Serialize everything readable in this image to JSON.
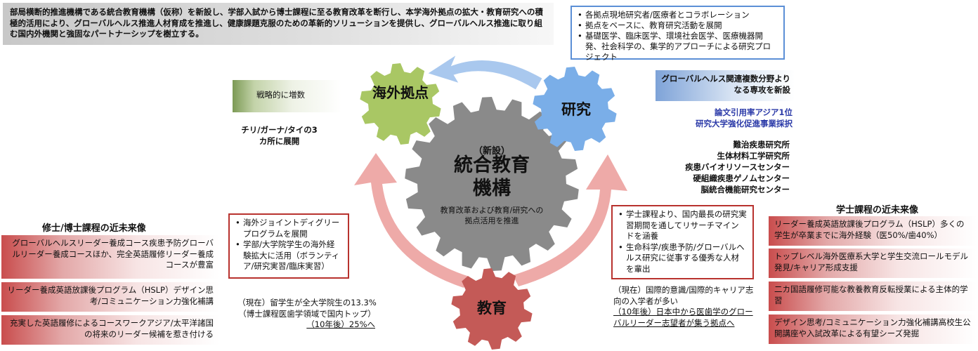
{
  "top_banner": {
    "text": "部局横断的推進機構である統合教育機構（仮称）を新設し、学部入試から博士課程に至る教育改革を断行し、本学海外拠点の拡大・教育研究への積極的活用により、グローバルヘルス推進人材育成を推進し、健康課題克服のための革新的ソリューションを提供し、グローバルヘルス推進に取り組む国内外機関と強固なパートナーシップを樹立する。"
  },
  "research_box": {
    "items": [
      "各拠点現地研究者/医療者とコラボレーション",
      "拠点をベースに、教育研究活動を展開",
      "基礎医学、臨床医学、環境社会医学、医療機器開発、社会科学の、集学的アプローチによる研究プロジェクト"
    ]
  },
  "gears": {
    "overseas": "海外拠点",
    "research": "研究",
    "education": "教育",
    "center_new": "（新設）",
    "center_title_1": "統合教育",
    "center_title_2": "機構",
    "center_sub": "教育改革および教育/研究への拠点活用を推進"
  },
  "strategic": {
    "label": "戦略的に増数",
    "sites": "チリ/ガーナ/タイの3カ所に展開"
  },
  "research_side": {
    "new_major": "グローバルヘルス関連複数分野よりなる専攻を新設",
    "citation": "論文引用率アジア1位",
    "program": "研究大学強化促進事業採択",
    "institutes": [
      "難治疾患研究所",
      "生体材料工学研究所",
      "疾患バイオリソースセンター",
      "硬組織疾患ゲノムセンター",
      "脳統合機能研究センター"
    ]
  },
  "graduate": {
    "title": "修士/博士課程の近未来像",
    "items": [
      "グローバルヘルスリーダー養成コース疾患予防グローバルリーダー養成コースほか、完全英語履修リーダー養成コースが豊富",
      "リーダー養成英語放課後プログラム（HSLP）デザイン思考/コミュニケーション力強化補講",
      "充実した英語履修によるコースワークアジア/太平洋諸国の将来のリーダー候補を惹き付ける"
    ]
  },
  "joint_box": {
    "items": [
      "海外ジョイントディグリープログラムを展開",
      "学部/大学院学生の海外経験拡大に活用（ボランティア/研究実習/臨床実習）"
    ]
  },
  "intl_students": {
    "line1": "（現在）留学生が全大学院生の13.3%",
    "line2": "（博士課程医歯学領域で国内トップ）",
    "line3": "（10年後）25%へ"
  },
  "clerkship_box": {
    "items": [
      "学士課程より、国内最長の研究実習期間を通してリサーチマインドを涵養",
      "生命科学/疾患予防/グローバルヘルス研究に従事する優秀な人材を輩出"
    ]
  },
  "awareness": {
    "line1": "（現在）国際的意識/国際的キャリア志向の入学者が多い",
    "line2": "（10年後）日本中から医歯学のグローバルリーダー志望者が集う拠点へ"
  },
  "undergrad": {
    "title": "学士課程の近未来像",
    "items": [
      "リーダー養成英語放課後プログラム（HSLP）多くの学生が卒業までに海外経験（医50%/歯40%）",
      "トップレベル海外医療系大学と学生交流ロールモデル発見/キャリア形成支援",
      "二カ国語履修可能な教養教育反転授業による主体的学習",
      "デザイン思考/コミュニケーション力強化補講高校生公開講座や入試改革による有望シーズ発掘"
    ]
  },
  "colors": {
    "gear_green": "#a9c764",
    "gear_blue": "#7aaee8",
    "gear_red": "#c45a57",
    "gear_gray": "#8a8a8a",
    "arrow_blue": "#a9c8ee",
    "arrow_pink": "#eeaaa8",
    "box_red": "#b8322e",
    "box_blue": "#5b8fd6"
  }
}
